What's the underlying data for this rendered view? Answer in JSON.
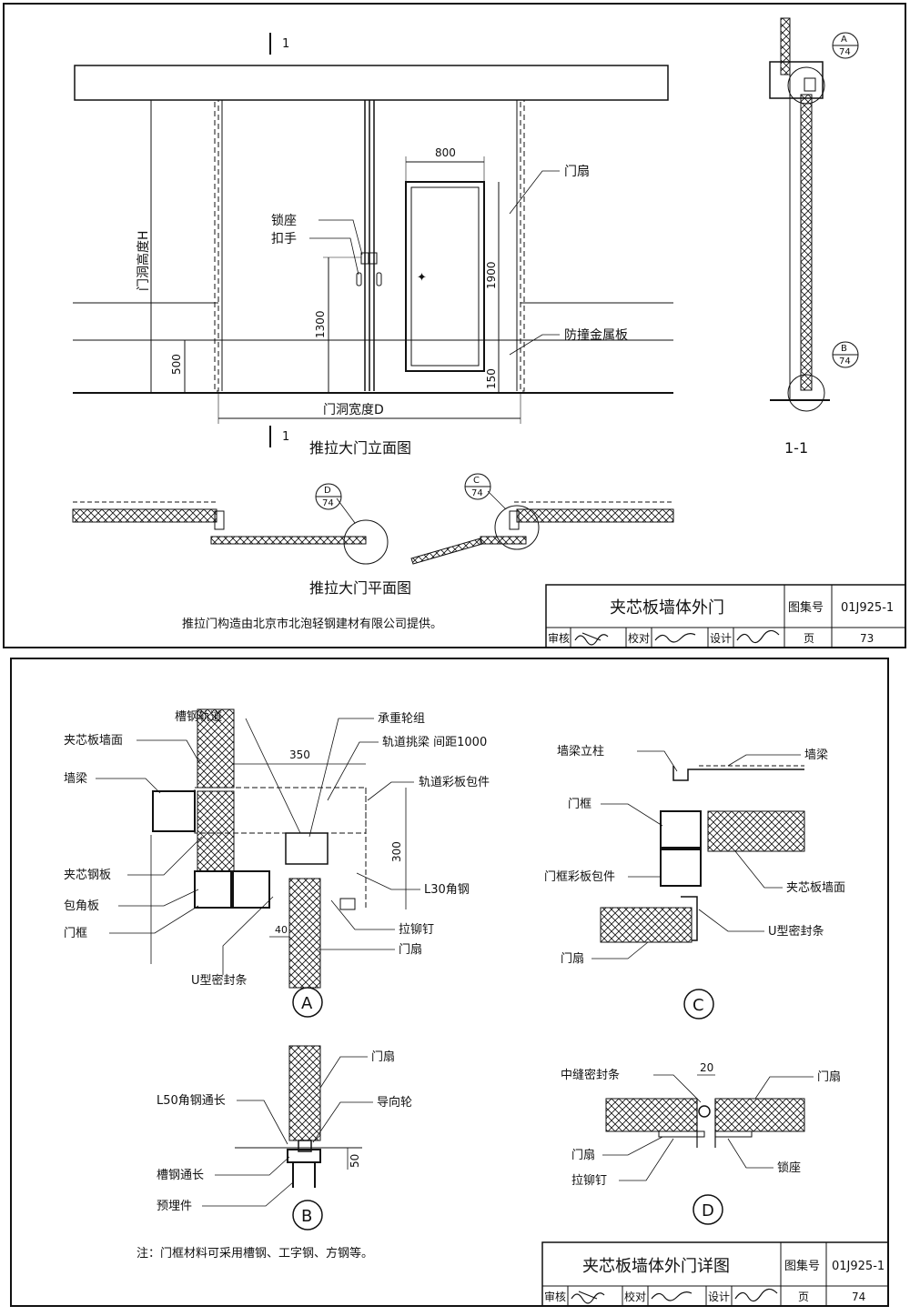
{
  "sheet73": {
    "elevation": {
      "section_mark_top": "1",
      "section_mark_bottom": "1",
      "dim_800": "800",
      "dim_1900": "1900",
      "dim_1300": "1300",
      "dim_500": "500",
      "dim_150": "150",
      "label_door_height": "门洞高度H",
      "label_door_width": "门洞宽度D",
      "label_lock_seat": "锁座",
      "label_handle": "扣手",
      "label_door_leaf": "门扇",
      "label_metal_plate": "防撞金属板",
      "caption": "推拉大门立面图"
    },
    "section": {
      "ref_a_letter": "A",
      "ref_a_sheet": "74",
      "ref_b_letter": "B",
      "ref_b_sheet": "74",
      "caption": "1-1"
    },
    "plan": {
      "ref_d_letter": "D",
      "ref_d_sheet": "74",
      "ref_c_letter": "C",
      "ref_c_sheet": "74",
      "caption": "推拉大门平面图"
    },
    "note": "推拉门构造由北京市北泡轻钢建材有限公司提供。",
    "title_block": {
      "title": "夹芯板墙体外门",
      "atlas_label": "图集号",
      "atlas_no": "01J925-1",
      "review": "审核",
      "check": "校对",
      "design": "设计",
      "page_label": "页",
      "page_no": "73"
    }
  },
  "sheet74": {
    "detail_a": {
      "label_channel_track": "槽钢轨道",
      "label_wheel_set": "承重轮组",
      "label_track_beam": "轨道挑梁  间距1000",
      "label_wall_face": "夹芯板墙面",
      "label_wall_beam": "墙梁",
      "label_track_cover": "轨道彩板包件",
      "label_sandwich_panel": "夹芯钢板",
      "label_corner_board": "包角板",
      "label_door_frame": "门框",
      "label_u_seal": "U型密封条",
      "label_angle_l30": "L30角钢",
      "label_rivet": "拉铆钉",
      "label_door_leaf": "门扇",
      "dim_350": "350",
      "dim_300": "300",
      "dim_40": "40",
      "mark": "A"
    },
    "detail_b": {
      "label_door_leaf": "门扇",
      "label_angle_l50": "L50角钢通长",
      "label_guide_wheel": "导向轮",
      "label_channel": "槽钢通长",
      "label_embedded": "预埋件",
      "dim_50": "50",
      "mark": "B"
    },
    "detail_c": {
      "label_column": "墙梁立柱",
      "label_wall_beam": "墙梁",
      "label_door_frame": "门框",
      "label_frame_cover": "门框彩板包件",
      "label_wall_face": "夹芯板墙面",
      "label_u_seal": "U型密封条",
      "label_door_leaf": "门扇",
      "mark": "C"
    },
    "detail_d": {
      "label_mid_seal": "中缝密封条",
      "label_door_leaf_r": "门扇",
      "label_door_leaf_l": "门扇",
      "label_rivet": "拉铆钉",
      "label_lock_seat": "锁座",
      "dim_20": "20",
      "mark": "D"
    },
    "note": "注：门框材料可采用槽钢、工字钢、方钢等。",
    "title_block": {
      "title": "夹芯板墙体外门详图",
      "atlas_label": "图集号",
      "atlas_no": "01J925-1",
      "review": "审核",
      "check": "校对",
      "design": "设计",
      "page_label": "页",
      "page_no": "74"
    }
  }
}
